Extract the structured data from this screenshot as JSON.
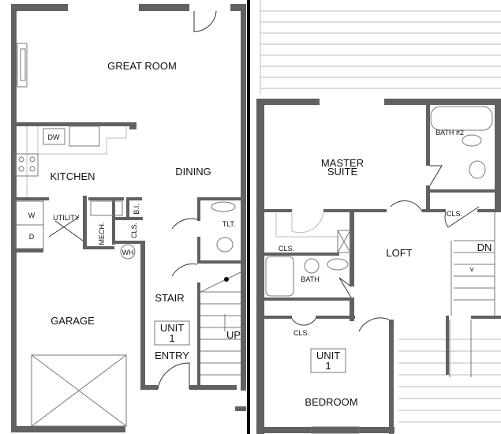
{
  "first_floor": {
    "rooms": {
      "great_room": "GREAT ROOM",
      "kitchen": "KITCHEN",
      "dining": "DINING",
      "utility": "UTILITY",
      "washer": "W",
      "dryer": "D",
      "mech": "MECH.",
      "closet": "CLS.",
      "built_in": "B.I.",
      "water_heater": "WH",
      "toilet_room": "TLT.",
      "dishwasher": "DW",
      "stair": "STAIR",
      "up": "UP",
      "garage": "GARAGE",
      "entry": "ENTRY"
    },
    "unit_label": [
      "UNIT",
      "1"
    ]
  },
  "second_floor": {
    "rooms": {
      "master_suite": [
        "MASTER",
        "SUITE"
      ],
      "bath2": "BATH #2",
      "closet_master": "CLS.",
      "closet_loft": "CLS.",
      "closet_bedroom": "CLS.",
      "bath": "BATH",
      "loft": "LOFT",
      "down": "DN",
      "bedroom": "BEDROOM"
    },
    "unit_label": [
      "UNIT",
      "1"
    ]
  },
  "colors": {
    "wall": "#616161",
    "divider": "#000000"
  }
}
